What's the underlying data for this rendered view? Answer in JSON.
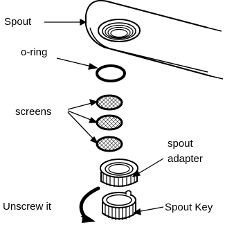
{
  "labels": {
    "spout": "Spout",
    "o_ring": "o-ring",
    "screens": "screens",
    "spout_adapter_line1": "spout",
    "spout_adapter_line2": "adapter",
    "unscrew": "Unscrew it",
    "spout_key": "Spout Key"
  },
  "colors": {
    "ink": "#000000",
    "paper": "#ffffff"
  }
}
